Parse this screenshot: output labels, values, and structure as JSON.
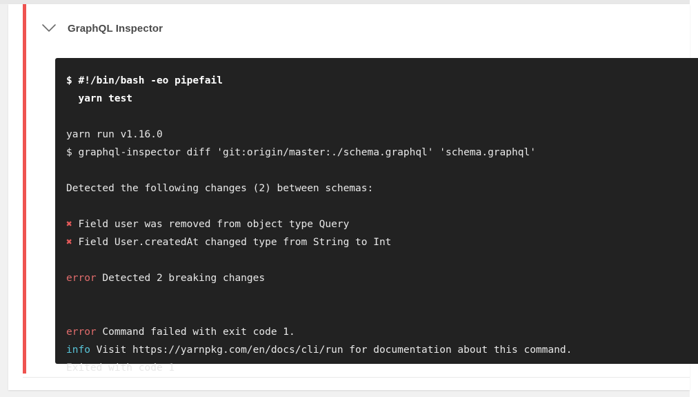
{
  "step": {
    "title": "GraphQL Inspector",
    "toggle_icon": "chevron-down-icon",
    "status_color": "#ef5350",
    "status": "failed"
  },
  "terminal": {
    "background_color": "#222222",
    "error_color": "#e06c6c",
    "info_color": "#58c4d8",
    "cross_color": "#e35a5a",
    "lines": [
      {
        "id": "l0",
        "kind": "command",
        "bold": true,
        "segments": [
          {
            "text": "$ #!/bin/bash -eo pipefail",
            "style": "bold"
          }
        ]
      },
      {
        "id": "l1",
        "kind": "command",
        "bold": true,
        "segments": [
          {
            "text": "  yarn test",
            "style": "bold"
          }
        ]
      },
      {
        "id": "l2",
        "kind": "blank",
        "bold": false,
        "segments": [
          {
            "text": "",
            "style": "default"
          }
        ]
      },
      {
        "id": "l3",
        "kind": "output",
        "bold": false,
        "segments": [
          {
            "text": "yarn run v1.16.0",
            "style": "default"
          }
        ]
      },
      {
        "id": "l4",
        "kind": "output",
        "bold": false,
        "segments": [
          {
            "text": "$ graphql-inspector diff 'git:origin/master:./schema.graphql' 'schema.graphql'",
            "style": "default"
          }
        ]
      },
      {
        "id": "l5",
        "kind": "blank",
        "bold": false,
        "segments": [
          {
            "text": "",
            "style": "default"
          }
        ]
      },
      {
        "id": "l6",
        "kind": "output",
        "bold": false,
        "segments": [
          {
            "text": "Detected the following changes (2) between schemas:",
            "style": "default"
          }
        ]
      },
      {
        "id": "l7",
        "kind": "blank",
        "bold": false,
        "segments": [
          {
            "text": "",
            "style": "default"
          }
        ]
      },
      {
        "id": "l8",
        "kind": "change",
        "bold": false,
        "segments": [
          {
            "text": "✖",
            "style": "cross"
          },
          {
            "text": " Field user was removed from object type Query",
            "style": "default"
          }
        ]
      },
      {
        "id": "l9",
        "kind": "change",
        "bold": false,
        "segments": [
          {
            "text": "✖",
            "style": "cross"
          },
          {
            "text": " Field User.createdAt changed type from String to Int",
            "style": "default"
          }
        ]
      },
      {
        "id": "l10",
        "kind": "blank",
        "bold": false,
        "segments": [
          {
            "text": "",
            "style": "default"
          }
        ]
      },
      {
        "id": "l11",
        "kind": "error",
        "bold": false,
        "segments": [
          {
            "text": "error",
            "style": "error"
          },
          {
            "text": " Detected 2 breaking changes",
            "style": "default"
          }
        ]
      },
      {
        "id": "l12",
        "kind": "blank",
        "bold": false,
        "segments": [
          {
            "text": "",
            "style": "default"
          }
        ]
      },
      {
        "id": "l13",
        "kind": "blank",
        "bold": false,
        "segments": [
          {
            "text": "",
            "style": "default"
          }
        ]
      },
      {
        "id": "l14",
        "kind": "error",
        "bold": false,
        "segments": [
          {
            "text": "error",
            "style": "error"
          },
          {
            "text": " Command failed with exit code 1.",
            "style": "default"
          }
        ]
      },
      {
        "id": "l15",
        "kind": "info",
        "bold": false,
        "segments": [
          {
            "text": "info",
            "style": "info"
          },
          {
            "text": " Visit https://yarnpkg.com/en/docs/cli/run for documentation about this command.",
            "style": "default"
          }
        ]
      },
      {
        "id": "l16",
        "kind": "output",
        "bold": false,
        "segments": [
          {
            "text": "Exited with code 1",
            "style": "default"
          }
        ]
      }
    ]
  }
}
